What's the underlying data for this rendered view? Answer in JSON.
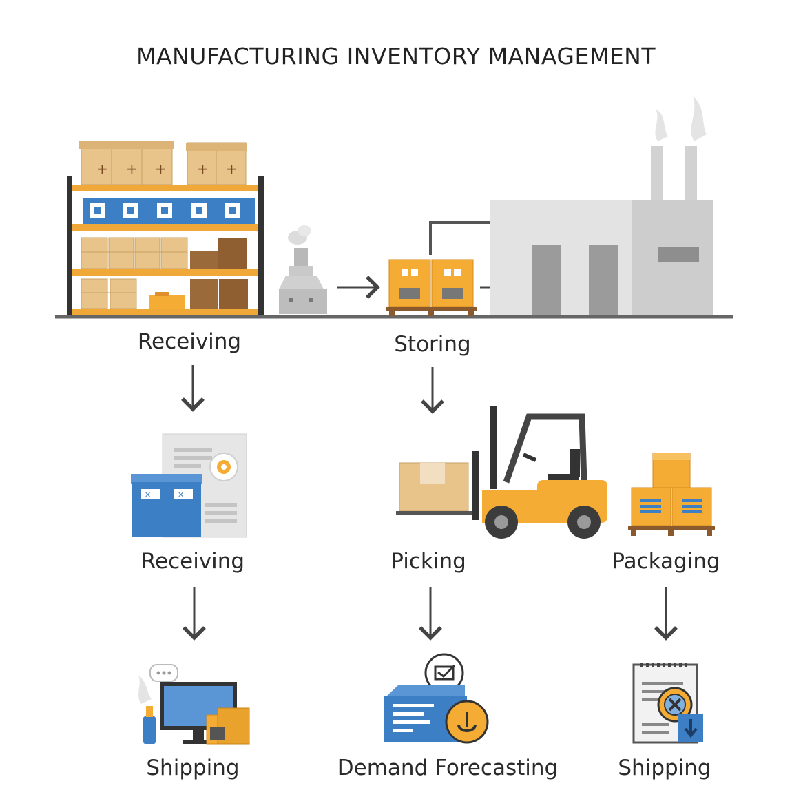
{
  "title": "MANUFACTURING INVENTORY MANAGEMENT",
  "steps": {
    "receiving_top": "Receiving",
    "storing": "Storing",
    "receiving_mid": "Receiving",
    "picking": "Picking",
    "packaging": "Packaging",
    "shipping_left": "Shipping",
    "demand_forecasting": "Demand Forecasting",
    "shipping_right": "Shipping"
  },
  "colors": {
    "box": "#e9c48a",
    "box_dark": "#9a6a3a",
    "shelf": "#f0a838",
    "blue": "#3d7fc4",
    "orange": "#f4ac35",
    "gray": "#c8c8c8",
    "dark_gray": "#555555",
    "arrow": "#444444"
  },
  "icons": [
    "warehouse-shelf-icon",
    "machine-icon",
    "crates-icon",
    "factory-icon",
    "server-cabinet-icon",
    "forklift-icon",
    "packaging-boxes-icon",
    "computer-monitor-icon",
    "forecast-screen-icon",
    "clipboard-report-icon"
  ]
}
